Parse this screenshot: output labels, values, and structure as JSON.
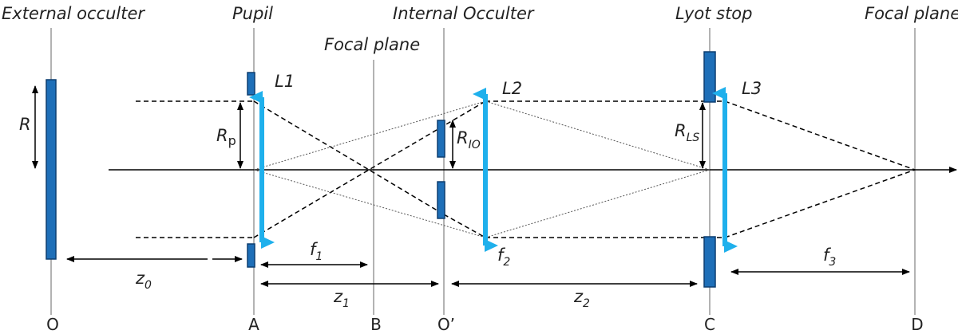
{
  "planes": {
    "external_occulter": "External occulter",
    "pupil": "Pupil",
    "focal_plane_1": "Focal plane",
    "internal_occulter": "Internal Occulter",
    "lyot_stop": "Lyot stop",
    "focal_plane_2": "Focal plane"
  },
  "points": {
    "O": "O",
    "A": "A",
    "B": "B",
    "O_prime": "O’",
    "C": "C",
    "D": "D"
  },
  "lenses": {
    "L1": "L1",
    "L2": "L2",
    "L3": "L3"
  },
  "radii": {
    "R": "R",
    "Rp_main": "R",
    "Rp_sub": "p",
    "RIO_main": "R",
    "RIO_sub": "IO",
    "RLS_main": "R",
    "RLS_sub": "LS"
  },
  "distances": {
    "z0_main": "z",
    "z0_sub": "0",
    "f1_main": "f",
    "f1_sub": "1",
    "z1_main": "z",
    "z1_sub": "1",
    "f2_main": "f",
    "f2_sub": "2",
    "z2_main": "z",
    "z2_sub": "2",
    "f3_main": "f",
    "f3_sub": "3"
  },
  "colors": {
    "lens": "#1fb0ec",
    "block_fill": "#1e6fb8",
    "block_stroke": "#0d3f70",
    "line": "#000000",
    "plane": "#9a9a9a"
  }
}
